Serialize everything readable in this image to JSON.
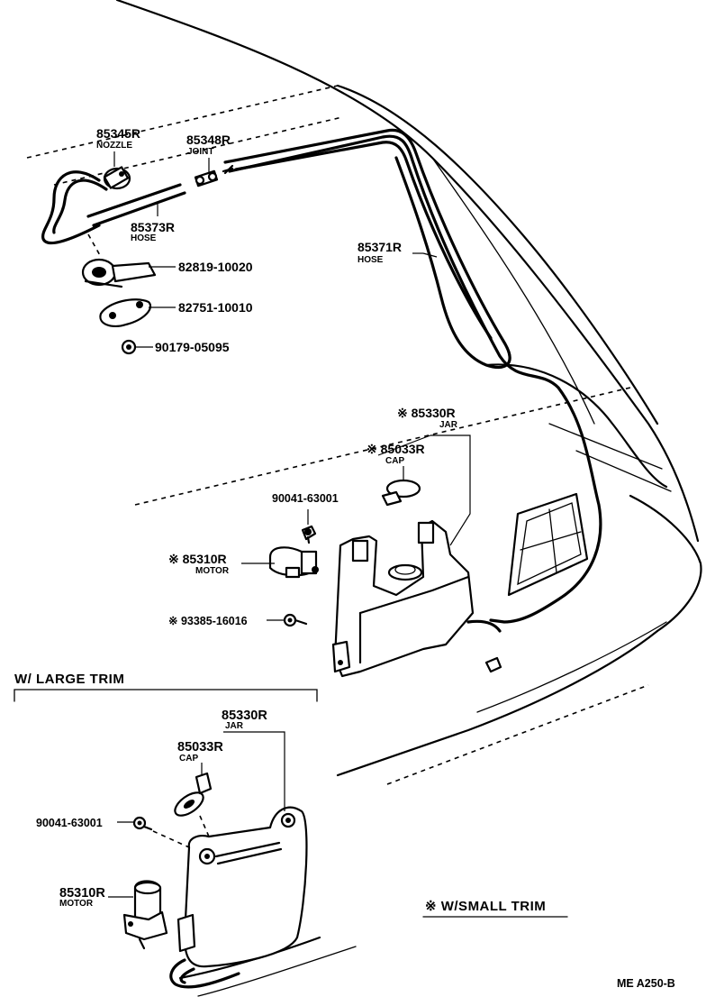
{
  "parts": {
    "nozzle": {
      "number": "85345R",
      "name": "NOZZLE"
    },
    "joint": {
      "number": "85348R",
      "name": "JOINT"
    },
    "hose_short": {
      "number": "85373R",
      "name": "HOSE"
    },
    "hose_long": {
      "number": "85371R",
      "name": "HOSE"
    },
    "p82819": {
      "number": "82819-10020"
    },
    "p82751": {
      "number": "82751-10010"
    },
    "p90179": {
      "number": "90179-05095"
    },
    "jar": {
      "number": "※ 85330R",
      "name": "JAR"
    },
    "cap": {
      "number": "※ 85033R",
      "name": "CAP"
    },
    "bolt1": {
      "number": "90041-63001"
    },
    "motor": {
      "number": "※ 85310R",
      "name": "MOTOR"
    },
    "screw": {
      "number": "※  93385-16016"
    }
  },
  "large_trim": {
    "header": "W/  LARGE  TRIM",
    "jar": {
      "number": "85330R",
      "name": "JAR"
    },
    "cap": {
      "number": "85033R",
      "name": "CAP"
    },
    "bolt": {
      "number": "90041-63001"
    },
    "motor": {
      "number": "85310R",
      "name": "MOTOR"
    }
  },
  "small_trim_note": "※ W/SMALL  TRIM",
  "figure_ref": "ME  A250-B"
}
